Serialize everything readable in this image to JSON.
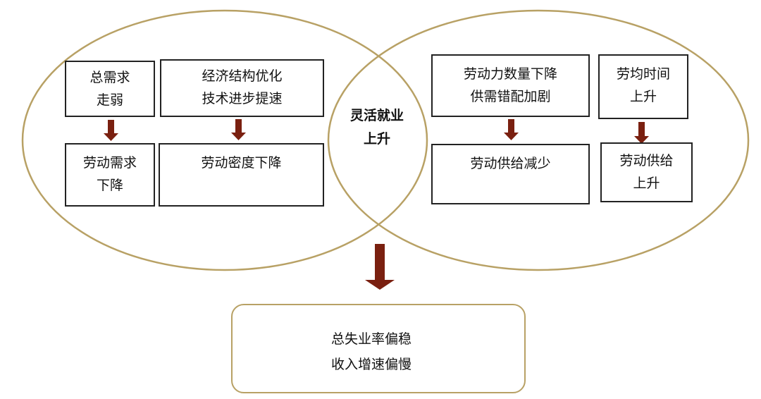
{
  "colors": {
    "ellipse": "#b8a165",
    "arrow": "#7a2010",
    "box_border": "#222222"
  },
  "left_circle": {
    "boxes": [
      {
        "lines": [
          "总需求",
          "走弱"
        ]
      },
      {
        "lines": [
          "经济结构优化",
          "技术进步提速"
        ]
      },
      {
        "lines": [
          "劳动需求",
          "下降"
        ]
      },
      {
        "lines": [
          "劳动密度下降"
        ]
      }
    ]
  },
  "right_circle": {
    "boxes": [
      {
        "lines": [
          "劳动力数量下降",
          "供需错配加剧"
        ]
      },
      {
        "lines": [
          "劳均时间",
          "上升"
        ]
      },
      {
        "lines": [
          "劳动供给减少"
        ]
      },
      {
        "lines": [
          "劳动供给",
          "上升"
        ]
      }
    ]
  },
  "overlap": {
    "lines": [
      "灵活就业",
      "上升"
    ]
  },
  "result": {
    "lines": [
      "总失业率偏稳",
      "收入增速偏慢"
    ]
  }
}
